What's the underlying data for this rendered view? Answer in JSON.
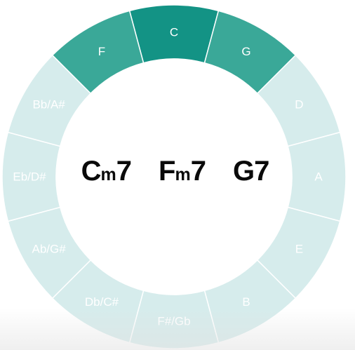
{
  "colors": {
    "active_center": "#139385",
    "active_neighbor": "#3aa898",
    "inactive": "#d6ecec",
    "divider": "#ffffff",
    "label": "#ffffff"
  },
  "circle_of_fifths": [
    {
      "label": "C",
      "state": "active_center"
    },
    {
      "label": "G",
      "state": "active_neighbor"
    },
    {
      "label": "D",
      "state": "inactive"
    },
    {
      "label": "A",
      "state": "inactive"
    },
    {
      "label": "E",
      "state": "inactive"
    },
    {
      "label": "B",
      "state": "inactive"
    },
    {
      "label": "F#/Gb",
      "state": "inactive"
    },
    {
      "label": "Db/C#",
      "state": "inactive"
    },
    {
      "label": "Ab/G#",
      "state": "inactive"
    },
    {
      "label": "Eb/D#",
      "state": "inactive"
    },
    {
      "label": "Bb/A#",
      "state": "inactive"
    },
    {
      "label": "F",
      "state": "active_neighbor"
    }
  ],
  "chords": [
    {
      "root": "C",
      "quality": "m",
      "extension": "7"
    },
    {
      "root": "F",
      "quality": "m",
      "extension": "7"
    },
    {
      "root": "G",
      "quality": "",
      "extension": "7"
    }
  ]
}
